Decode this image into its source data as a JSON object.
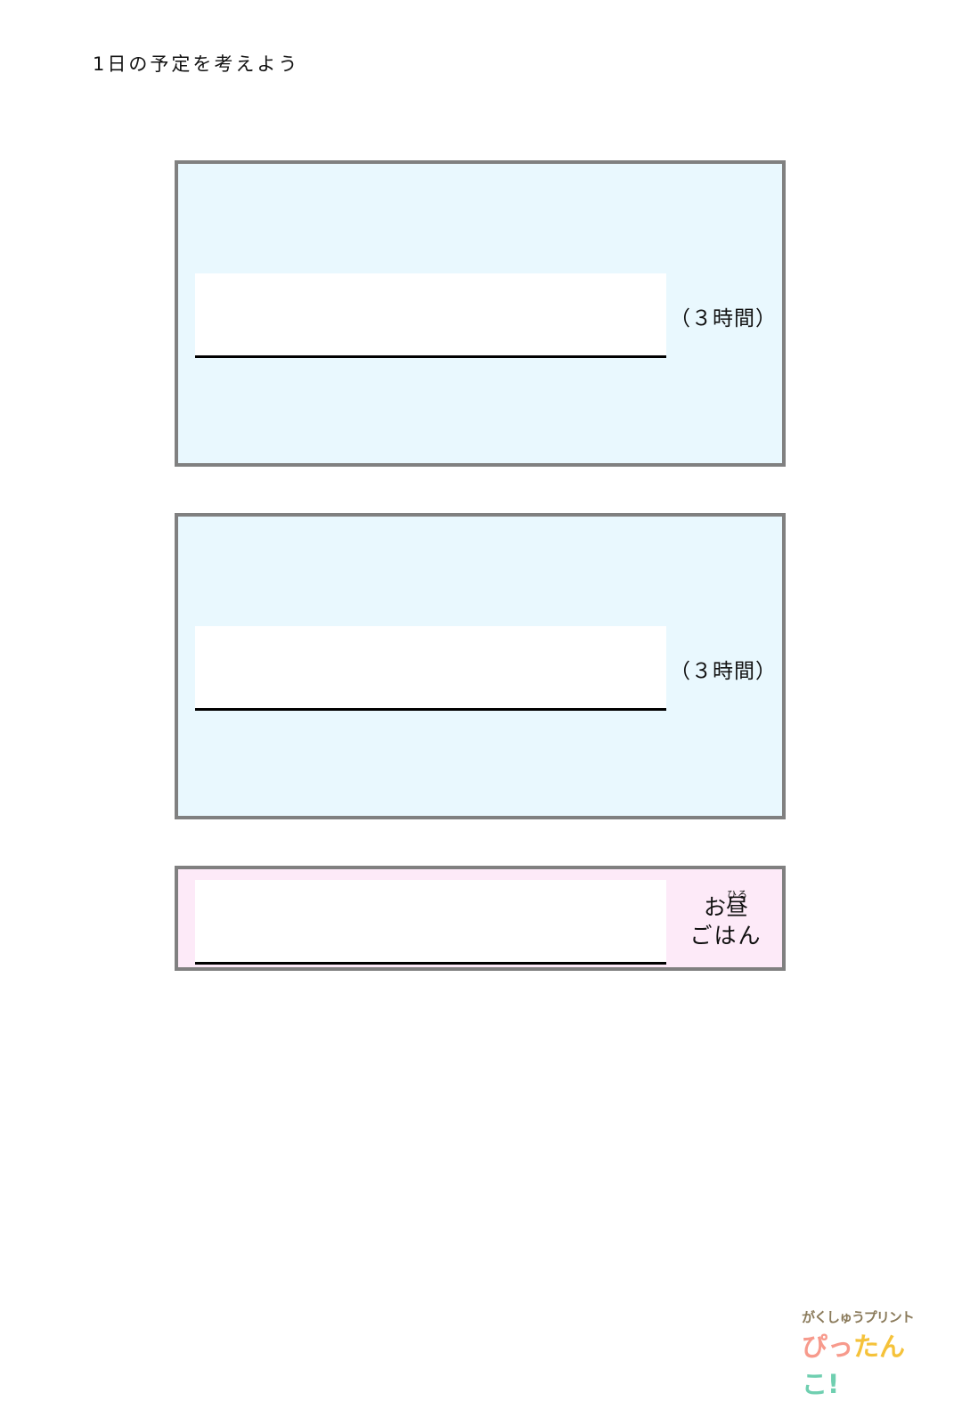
{
  "title": "1日の予定を考えよう",
  "boxes": [
    {
      "duration": "（３時間）",
      "field_value": ""
    },
    {
      "duration": "（３時間）",
      "field_value": ""
    }
  ],
  "lunch": {
    "ruby": "ひる",
    "line1": "お昼",
    "line2": "ごはん",
    "field_value": ""
  },
  "logo": {
    "top": "がくしゅうプリント",
    "bottom_1": "ぴっ",
    "bottom_2": "たん",
    "bottom_3": "こ!"
  },
  "colors": {
    "box_blue": "#e9f8fe",
    "box_pink": "#fdeaf8",
    "border": "#808080"
  }
}
